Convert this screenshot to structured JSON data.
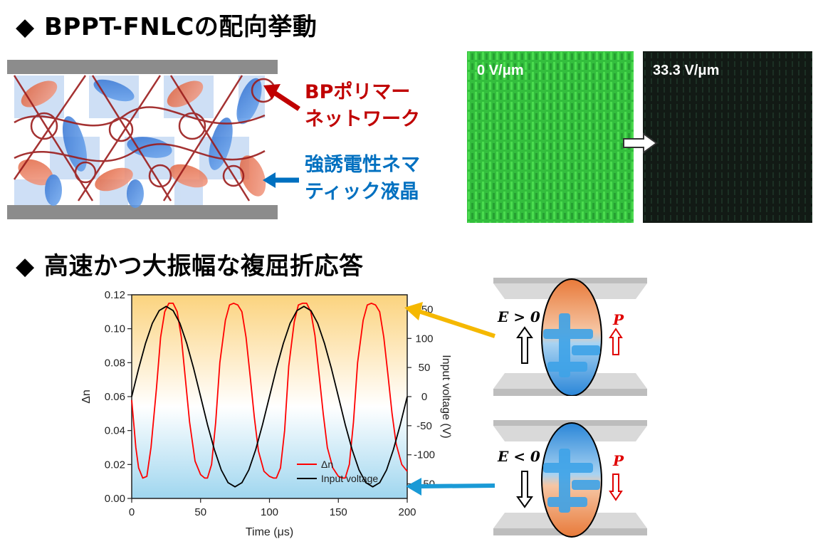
{
  "sections": [
    {
      "bullet": "◆",
      "title": "BPPT-FNLCの配向挙動"
    },
    {
      "bullet": "◆",
      "title": "高速かつ大振幅な複屈折応答"
    }
  ],
  "structure_labels": {
    "polymer": [
      "BPポリマー",
      "ネットワーク"
    ],
    "lc": [
      "強誘電性ネマ",
      "ティック液晶"
    ]
  },
  "micrographs": [
    {
      "caption": "0 V/μm"
    },
    {
      "caption": "33.3 V/μm"
    }
  ],
  "schematic": {
    "top": {
      "field": "E > 0",
      "polarization": "P"
    },
    "bottom": {
      "field": "E < 0",
      "polarization": "P"
    }
  },
  "colors": {
    "red": "#c00000",
    "blue": "#0070c0",
    "orange_arrow": "#f5b800",
    "blue_arrow": "#1a9ad6",
    "series_dn": "#ff0000",
    "series_voltage": "#000000"
  },
  "chart_data": {
    "type": "line",
    "title": "",
    "xlabel": "Time (μs)",
    "ylabel": "Δn",
    "y2label": "Input voltage (V)",
    "xlim": [
      0,
      200
    ],
    "ylim": [
      0.0,
      0.12
    ],
    "y2lim": [
      -175,
      175
    ],
    "xticks": [
      "0",
      "50",
      "100",
      "150",
      "200"
    ],
    "yticks": [
      "0.00",
      "0.02",
      "0.04",
      "0.06",
      "0.08",
      "0.10",
      "0.12"
    ],
    "y2ticks": [
      "150",
      "100",
      "50",
      "0",
      "-50",
      "-100",
      "-150"
    ],
    "legend": {
      "position": "bottom-right",
      "entries": [
        "Δn",
        "Input voltage"
      ]
    },
    "series": [
      {
        "name": "Δn",
        "axis": "left",
        "x": [
          0,
          3,
          5,
          8,
          11,
          14,
          18,
          21,
          24,
          27,
          30,
          33,
          36,
          39,
          42,
          46,
          50,
          53,
          55,
          58,
          61,
          64,
          68,
          71,
          74,
          77,
          80,
          83,
          86,
          89,
          92,
          96,
          100,
          103,
          105,
          108,
          111,
          114,
          118,
          121,
          124,
          127,
          130,
          133,
          136,
          139,
          142,
          146,
          150,
          153,
          155,
          158,
          161,
          164,
          168,
          171,
          174,
          177,
          180,
          183,
          186,
          189,
          192,
          196,
          200
        ],
        "values": [
          0.058,
          0.03,
          0.018,
          0.012,
          0.013,
          0.03,
          0.065,
          0.095,
          0.11,
          0.115,
          0.115,
          0.11,
          0.095,
          0.07,
          0.045,
          0.022,
          0.014,
          0.012,
          0.012,
          0.02,
          0.045,
          0.08,
          0.105,
          0.114,
          0.115,
          0.114,
          0.11,
          0.095,
          0.072,
          0.048,
          0.028,
          0.016,
          0.013,
          0.012,
          0.012,
          0.018,
          0.04,
          0.078,
          0.104,
          0.114,
          0.115,
          0.115,
          0.11,
          0.096,
          0.073,
          0.05,
          0.03,
          0.018,
          0.013,
          0.012,
          0.012,
          0.02,
          0.045,
          0.08,
          0.105,
          0.114,
          0.115,
          0.114,
          0.11,
          0.095,
          0.073,
          0.05,
          0.032,
          0.02,
          0.016
        ]
      },
      {
        "name": "Input voltage",
        "axis": "right",
        "x": [
          0,
          5,
          10,
          15,
          20,
          25,
          30,
          35,
          40,
          45,
          50,
          55,
          60,
          65,
          70,
          75,
          80,
          85,
          90,
          95,
          100,
          105,
          110,
          115,
          120,
          125,
          130,
          135,
          140,
          145,
          150,
          155,
          160,
          165,
          170,
          175,
          180,
          185,
          190,
          195,
          200
        ],
        "values": [
          0,
          48,
          91,
          126,
          148,
          155,
          148,
          126,
          91,
          48,
          0,
          -48,
          -91,
          -126,
          -148,
          -155,
          -148,
          -126,
          -91,
          -48,
          0,
          48,
          91,
          126,
          148,
          155,
          148,
          126,
          91,
          48,
          0,
          -48,
          -91,
          -126,
          -148,
          -155,
          -148,
          -126,
          -91,
          -48,
          0
        ]
      }
    ]
  }
}
